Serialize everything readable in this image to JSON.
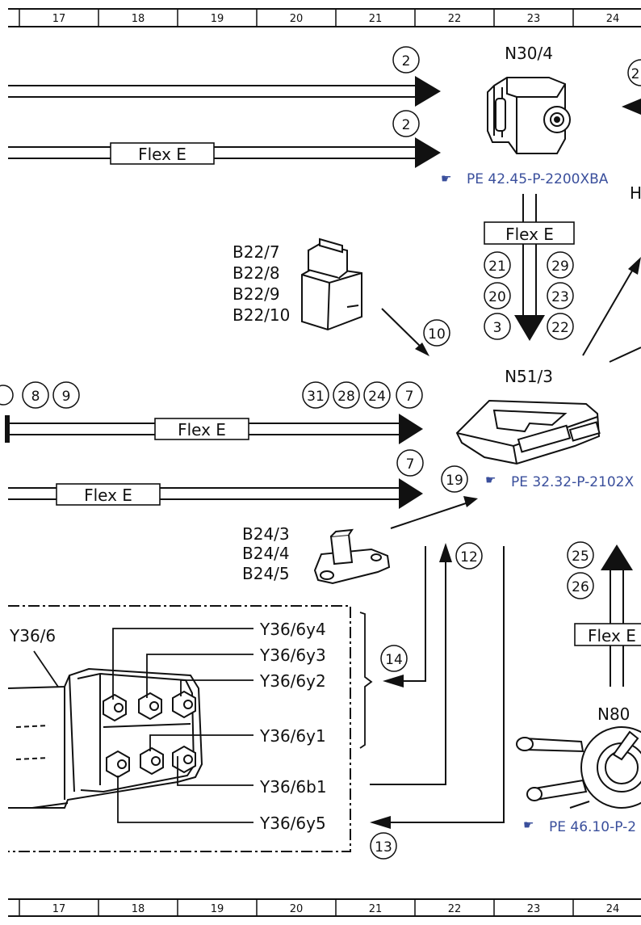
{
  "grid": {
    "columns": [
      "17",
      "18",
      "19",
      "20",
      "21",
      "22",
      "23",
      "24"
    ]
  },
  "flex_label": "Flex E",
  "components": {
    "n30_4": {
      "label": "N30/4",
      "ref": "PE 42.45-P-2200XBA",
      "partial_text": "H"
    },
    "n51_3": {
      "label": "N51/3",
      "ref": "PE 32.32-P-2102X"
    },
    "n80": {
      "label": "N80",
      "ref": "PE 46.10-P-2"
    },
    "b22": {
      "labels": [
        "B22/7",
        "B22/8",
        "B22/9",
        "B22/10"
      ]
    },
    "b24": {
      "labels": [
        "B24/3",
        "B24/4",
        "B24/5"
      ]
    },
    "y36_6": {
      "label": "Y36/6",
      "pins": [
        "Y36/6y4",
        "Y36/6y3",
        "Y36/6y2",
        "Y36/6y1",
        "Y36/6b1",
        "Y36/6y5"
      ]
    }
  },
  "circles": {
    "top1": "2",
    "top2": "2",
    "top_right": "2",
    "col_left": [
      "21",
      "20",
      "3"
    ],
    "col_right": [
      "29",
      "23",
      "22"
    ],
    "c10": "10",
    "row_left": [
      "8",
      "9"
    ],
    "row_right": [
      "31",
      "28",
      "24",
      "7"
    ],
    "c7": "7",
    "c19": "19",
    "c12": "12",
    "c14": "14",
    "c13": "13",
    "c25": "25",
    "c26": "26"
  }
}
